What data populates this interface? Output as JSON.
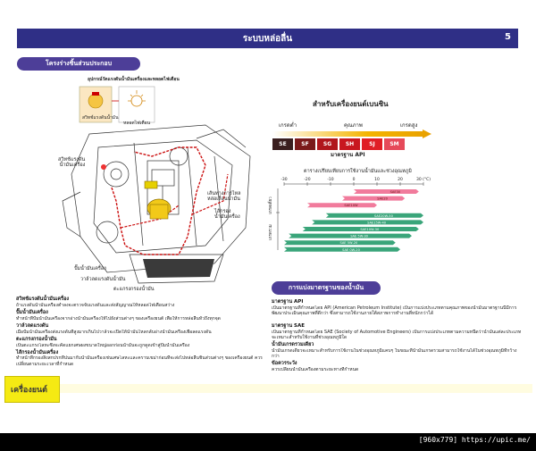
{
  "header": {
    "title": "ระบบหล่อลื่น",
    "page_number": "5"
  },
  "left_section": {
    "pill": "โครงร่างชิ้นส่วนประกอบ",
    "inset_title": "อุปกรณ์วัดแรงดันน้ำมันเครื่องและหลอดไฟเตือน",
    "inset_labels": [
      "สวิทช์แรงดันน้ำมัน",
      "หลอดไฟเตือน"
    ],
    "engine_labels": {
      "left_top": "สวิทช์แรงดัน\nน้ำมันเครื่อง",
      "right1": "เส้นทางการไหล\nหล่อเลื่อนน้ำมัน",
      "right2": "ไส้กรอง\nน้ำมันเครื่อง",
      "bottom1": "ปั๊มน้ำมันเครื่อง",
      "bottom2": "วาล์วลดแรงดันน้ำมัน",
      "bottom3": "ตะแกรงกรองน้ำมัน"
    },
    "paragraphs": [
      {
        "heading": "สวิทช์แรงดันน้ำมันเครื่อง",
        "text": "ถ้าแรงดันน้ำมันเครื่องต่ำลงจะตรวจจับแรงดันและส่งสัญญาณให้หลอดไฟเตือนสว่าง"
      },
      {
        "heading": "ปั๊มน้ำมันเครื่อง",
        "text": "ทำหน้าที่ปั๊มน้ำมันเครื่องจากอ่างน้ำมันเครื่องให้ไปยังส่วนต่างๆ ของเครื่องยนต์ เพื่อให้การหล่อลื่นทั่วถึงทุกจุด"
      },
      {
        "heading": "วาล์วลดแรงดัน",
        "text": "เมื่อปั๊มน้ำมันเครื่องส่งแรงดันที่สูงมากเกินไปวาล์วจะเปิดให้น้ำมันไหลกลับอ่างน้ำมันเครื่องเพื่อลดแรงดัน"
      },
      {
        "heading": "ตะแกรงกรองน้ำมัน",
        "text": "เป็นตะแกรงโลหะซึ่งจะคัดแยกเศษผงขนาดใหญ่ออกก่อนน้ำมันจะถูกดูดเข้าสู่ปั๊มน้ำมันเครื่อง"
      },
      {
        "heading": "ไส้กรองน้ำมันเครื่อง",
        "text": "ทำหน้าที่กรองสิ่งสกปรกที่ปนมากับน้ำมันเครื่องเช่นเศษโลหะและคราบเขม่าก่อนที่จะส่งไปหล่อลื่นชิ้นส่วนต่างๆ ของเครื่องยนต์ ควรเปลี่ยนตามระยะเวลาที่กำหนด"
      }
    ]
  },
  "right_section": {
    "api_title": "สำหรับเครื่องยนต์เบนซิน",
    "quality_low": "เกรดต่ำ",
    "quality_mid": "คุณภาพ",
    "quality_high": "เกรดสูง",
    "api_grades": [
      "SE",
      "SF",
      "SG",
      "SH",
      "SJ",
      "SM"
    ],
    "api_grade_colors": [
      "#3a1f1f",
      "#7a1a1a",
      "#b0161c",
      "#c8171f",
      "#e01e25",
      "#e64a5a"
    ],
    "api_caption": "มาตรฐาน API",
    "chart_data": {
      "type": "bar",
      "title": "ตารางเปรียบเทียบการใช้งานน้ำมันและช่วงอุณหภูมิ",
      "x_ticks": [
        "-30",
        "-20",
        "-10",
        "0",
        "10",
        "20",
        "30 (°C)"
      ],
      "xlim": [
        -30,
        30
      ],
      "group_labels": [
        "เกรดเดี่ยว",
        "เกรดรวม"
      ],
      "series": [
        {
          "label": "SAE30",
          "start": 0,
          "end": 28,
          "group": 0
        },
        {
          "label": "SAE20",
          "start": -5,
          "end": 22,
          "group": 0
        },
        {
          "label": "SAE10W",
          "start": -20,
          "end": 10,
          "group": 0
        },
        {
          "label": "SAE20W-50",
          "start": -12,
          "end": 30,
          "group": 1
        },
        {
          "label": "SAE15W-40",
          "start": -18,
          "end": 30,
          "group": 1
        },
        {
          "label": "SAE10W-30",
          "start": -22,
          "end": 28,
          "group": 1
        },
        {
          "label": "SAE 5W-30",
          "start": -28,
          "end": 25,
          "group": 1
        },
        {
          "label": "SAE 5W-20",
          "start": -30,
          "end": 18,
          "group": 1
        },
        {
          "label": "SAE 0W-20",
          "start": -30,
          "end": 20,
          "group": 1
        }
      ]
    },
    "pill": "การแบ่งมาตรฐานของน้ำมัน",
    "paragraphs": [
      {
        "heading": "มาตรฐาน API",
        "text": "เป็นมาตรฐานที่กำหนดโดย API (American Petroleum Institute) เป็นการแบ่งประเภทตามคุณภาพของน้ำมันมาตรฐานนี้มีการพัฒนาประเมินคุณภาพที่ดีกว่า ซึ่งสามารถใช้งานภายใต้สภาพการทำงานที่หนักกว่าได้"
      },
      {
        "heading": "มาตรฐาน SAE",
        "text": "เป็นมาตรฐานที่กำหนดโดย SAE (Society of Automotive Engineers) เป็นการแบ่งประเภทตามความหนืดว่าน้ำมันแต่ละประเภทจะเหมาะสำหรับใช้งานที่ช่วงอุณหภูมิใด"
      },
      {
        "heading": "น้ำมันเกรดรวมเดียว",
        "text": "น้ำมันเกรดเดียวจะเหมาะสำหรับการใช้งานในช่วงอุณหภูมิแคบๆ ในขณะที่น้ำมันเกรดรวมสามารถใช้งานได้ในช่วงอุณหภูมิที่กว้างกว่า"
      },
      {
        "heading": "ข้อควรระวัง",
        "text": "ควรเปลี่ยนน้ำมันเครื่องตามระยะทางที่กำหนด"
      }
    ]
  },
  "bottom_tab": {
    "label": "เครื่องยนต์"
  },
  "watermark": "[960x779] https://upic.me/"
}
